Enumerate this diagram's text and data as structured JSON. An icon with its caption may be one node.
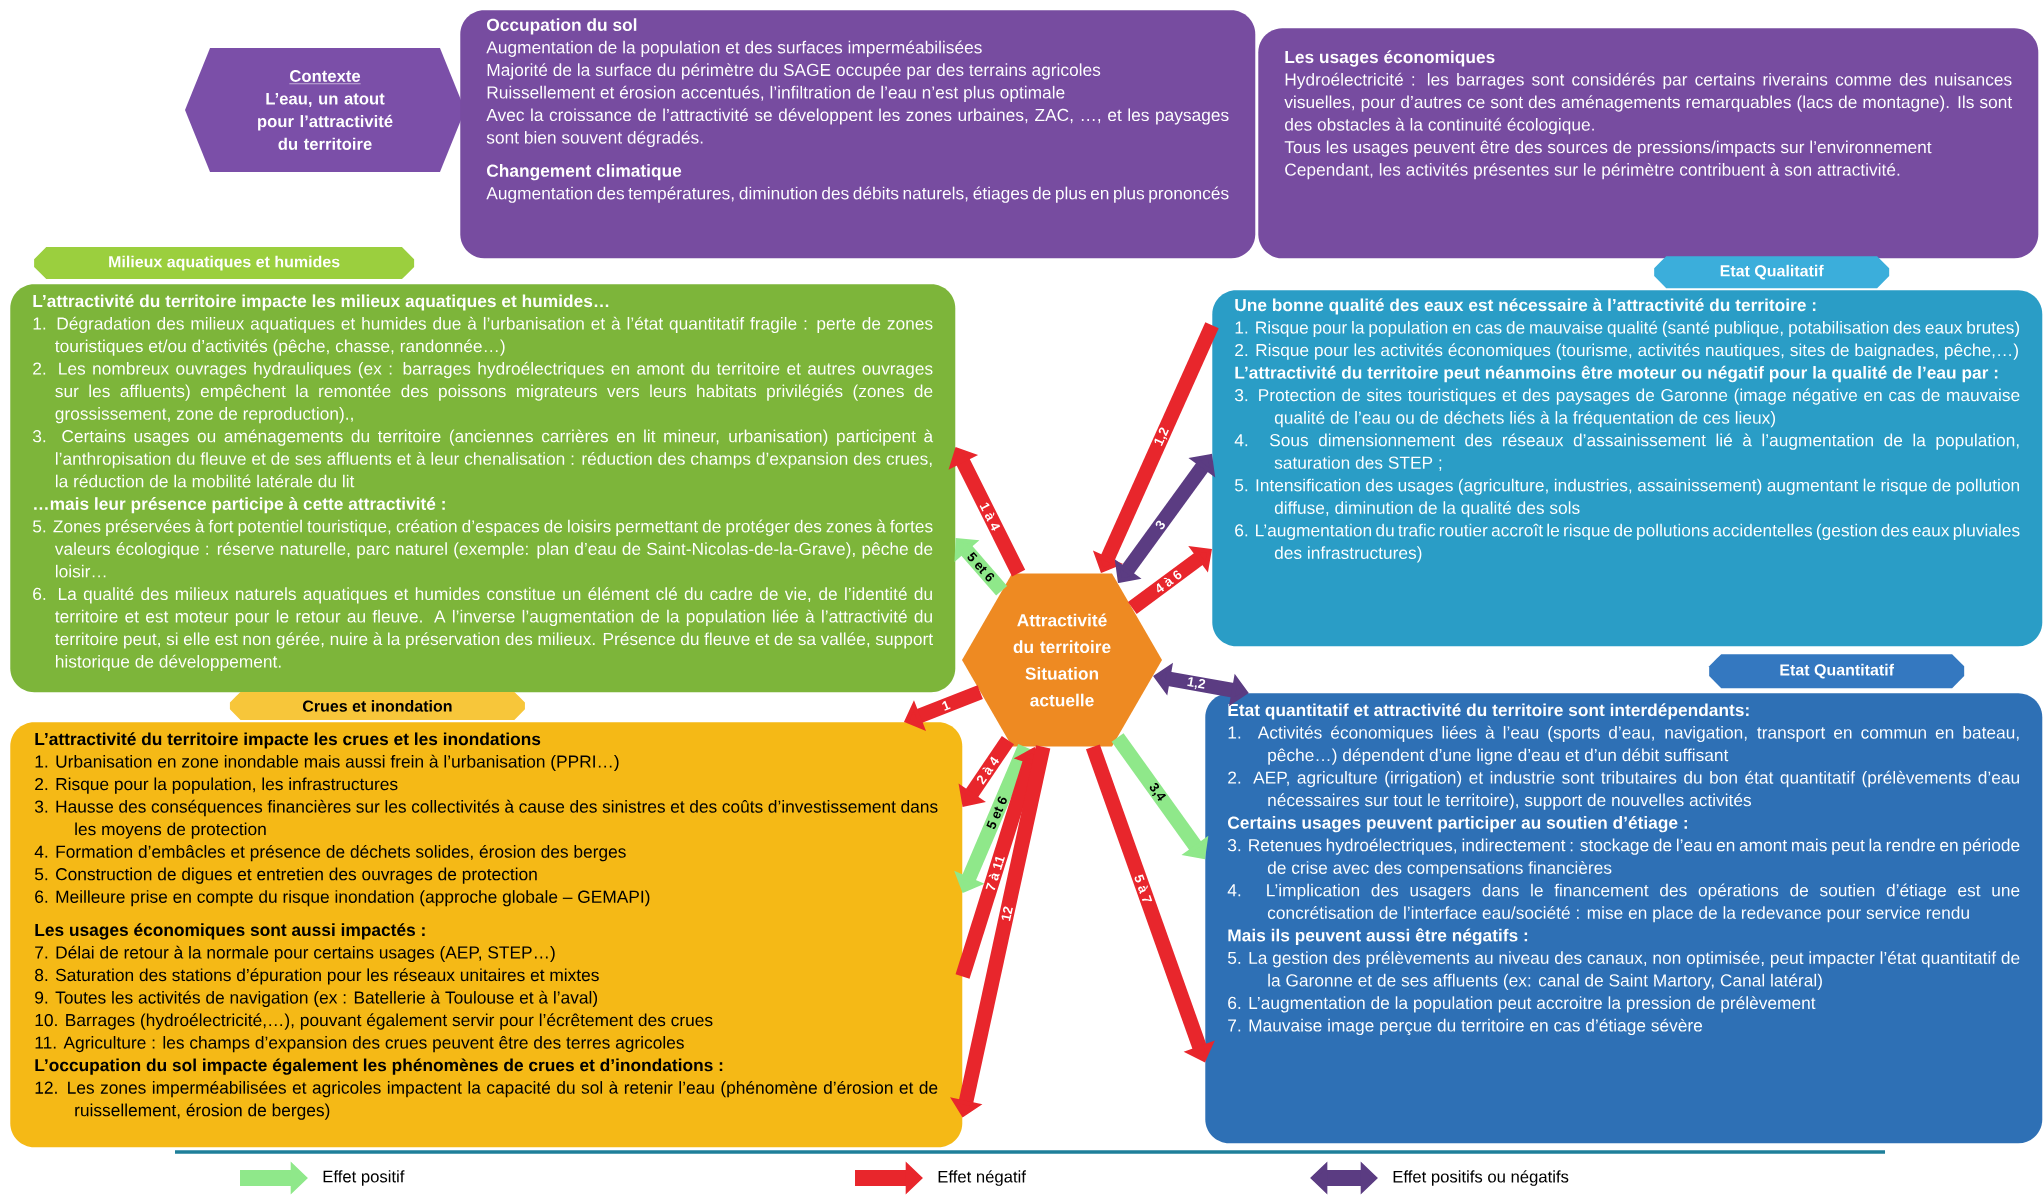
{
  "diagram": {
    "nodes": [
      {
        "text": [
          "Contexte",
          "L’eau, un atout pour l’attractivité du territoire"
        ]
      },
      {
        "text": [
          "Occupation du sol",
          "Augmentation de la population et des surfaces imperméabilisées",
          "Majorité de la surface du périmètre du SAGE occupée par des terrains agricoles",
          "Ruissellement et érosion accentués, l’infiltration de l’eau n’est plus optimale",
          "Avec la croissance de l’attractivité se développent les zones urbaines, ZAC, …, et les paysages sont bien souvent dégradés.",
          "Changement climatique",
          "Augmentation des températures, diminution des débits naturels, étiages de plus en plus prononcés"
        ]
      },
      {
        "text": [
          "Les usages économiques",
          "Hydroélectricité : les barrages sont considérés par certains riverains comme des nuisances visuelles, pour d’autres ce sont des aménagements remarquables (lacs de montagne). Ils sont des obstacles à la continuité écologique.",
          "Tous les usages peuvent être des sources de pressions/impacts sur l’environnement",
          "Cependant, les activités présentes sur le périmètre contribuent à son attractivité."
        ]
      },
      {
        "text": [
          "Milieux aquatiques et humides",
          "L’attractivité du territoire impacte les milieux aquatiques et humides…",
          "1. Dégradation des milieux aquatiques et humides due à l’urbanisation et à l’état quantitatif fragile : perte de zones touristiques et/ou d’activités (pêche, chasse, randonnée…)",
          "2. Les nombreux ouvrages hydrauliques (ex : barrages hydroélectriques en amont du territoire et autres ouvrages sur les affluents) empêchent la remontée des poissons migrateurs vers leurs habitats privilégiés (zones de grossissement, zone de reproduction).,",
          "3. Certains usages ou aménagements du territoire (anciennes carrières en lit mineur, urbanisation) participent à l’anthropisation du fleuve et de ses affluents et à leur chenalisation : réduction des champs d’expansion des crues, la réduction de la mobilité latérale du lit",
          "…mais leur présence participe à cette attractivité :",
          "5. Zones préservées à fort potentiel touristique, création d’espaces de loisirs permettant de protéger des zones à fortes valeurs écologique : réserve naturelle, parc naturel (exemple: plan d’eau de Saint-Nicolas-de-la-Grave), pêche de loisir…",
          "6. La qualité des milieux naturels aquatiques et humides constitue un élément clé du cadre de vie, de l’identité du territoire et est moteur pour le retour au fleuve. A l’inverse l’augmentation de la population liée à l’attractivité du territoire peut, si elle est non gérée, nuire à la préservation des milieux. Présence du fleuve et de sa vallée, support historique de développement."
        ]
      },
      {
        "text": [
          "Etat Qualitatif",
          "Une bonne qualité des eaux est nécessaire à l’attractivité du territoire :",
          "1. Risque pour la population en cas de mauvaise qualité (santé publique, potabilisation des eaux brutes)",
          "2. Risque pour les activités économiques (tourisme, activités nautiques, sites de baignades, pêche,…)",
          "L’attractivité du territoire peut néanmoins être moteur ou négatif pour la qualité de l’eau par :",
          "3. Protection de sites touristiques et des paysages de Garonne (image négative en cas de mauvaise qualité de l’eau ou de déchets liés à la fréquentation de ces lieux)",
          "4. Sous dimensionnement des réseaux d’assainissement lié à l’augmentation de la population, saturation des STEP ;",
          "5. Intensification des usages (agriculture, industries, assainissement) augmentant le risque de pollution diffuse, diminution de la qualité des sols",
          "6. L’augmentation du trafic routier accroît le risque de pollutions accidentelles (gestion des eaux pluviales des infrastructures)"
        ]
      },
      {
        "text": [
          "Attractivité du territoire",
          "Situation actuelle"
        ]
      },
      {
        "text": [
          "Crues et inondation",
          "L’attractivité du territoire impacte les crues et les inondations",
          "1. Urbanisation en zone inondable mais aussi frein à l’urbanisation (PPRI…)",
          "2. Risque pour la population, les infrastructures",
          "3. Hausse des conséquences financières sur les collectivités à cause des sinistres et des coûts d’investissement dans les moyens de protection",
          "4. Formation d’embâcles et présence de déchets solides, érosion des berges",
          "5. Construction de digues et entretien des ouvrages de protection",
          "6. Meilleure prise en compte du risque inondation (approche globale – GEMAPI)",
          "Les usages économiques sont aussi impactés :",
          "7. Délai de retour à la normale pour certains usages (AEP, STEP…)",
          "8. Saturation des stations d’épuration pour les réseaux unitaires et mixtes",
          "9. Toutes les activités de navigation (ex : Batellerie à Toulouse et à l’aval)",
          "10. Barrages (hydroélectricité,…), pouvant également servir pour l’écrêtement des crues",
          "11. Agriculture : les champs d’expansion des crues peuvent être des terres agricoles",
          "L’occupation du sol impacte également les phénomènes de crues et d’inondations :",
          "12. Les zones imperméabilisées et agricoles impactent la capacité du sol à retenir l’eau (phénomène d’érosion et de ruissellement, érosion de berges)"
        ]
      },
      {
        "text": [
          "Etat Quantitatif",
          "Etat quantitatif et attractivité du territoire sont interdépendants:",
          "1. Activités économiques liées à l’eau (sports d’eau, navigation, transport en commun en bateau, pêche…) dépendent d’une ligne d’eau et d’un débit suffisant",
          "2. AEP, agriculture (irrigation) et industrie sont tributaires du bon état quantitatif (prélèvements d’eau nécessaires sur tout le territoire), support de nouvelles activités",
          "Certains usages peuvent participer au soutien d’étiage :",
          "3. Retenues hydroélectriques, indirectement : stockage de l’eau en amont mais peut la rendre en période de crise avec des compensations financières",
          "4. L’implication des usagers dans le financement des opérations de soutien d’étiage est une concrétisation de l’interface eau/société : mise en place de la redevance pour service rendu",
          "Mais ils peuvent aussi être négatifs :",
          "5. La gestion des prélèvements au niveau des canaux, non optimisée, peut impacter l’état quantitatif de la Garonne et de ses affluents (ex: canal de Saint Martory, Canal latéral)",
          "6. L’augmentation de la population peut accroitre la pression de prélèvement",
          "7. Mauvaise image perçue du territoire en cas d’étiage sévère"
        ]
      }
    ],
    "edges": [
      {
        "from": 5,
        "to": 3,
        "arrow": "to",
        "label": "1 à 4"
      },
      {
        "from": 5,
        "to": 3,
        "arrow": "to",
        "label": "5 et 6",
        "color": "#8fe88a"
      },
      {
        "from": 4,
        "to": 5,
        "arrow": "to",
        "label": "1,2"
      },
      {
        "from": 5,
        "to": 4,
        "arrow": "both",
        "label": "3",
        "color": "#5b3c82"
      },
      {
        "from": 5,
        "to": 4,
        "arrow": "to",
        "label": "4 à 6"
      },
      {
        "from": 5,
        "to": 7,
        "arrow": "both",
        "label": "1,2",
        "color": "#5b3c82"
      },
      {
        "from": 5,
        "to": 7,
        "arrow": "to",
        "label": "3,4",
        "color": "#8fe88a"
      },
      {
        "from": 5,
        "to": 7,
        "arrow": "to",
        "label": "5 à 7"
      },
      {
        "from": 5,
        "to": 6,
        "arrow": "to",
        "label": "1"
      },
      {
        "from": 5,
        "to": 6,
        "arrow": "to",
        "label": "2 à 4"
      },
      {
        "from": 5,
        "to": 6,
        "arrow": "to",
        "label": "5 et 6",
        "color": "#8fe88a"
      },
      {
        "from": 6,
        "to": 5,
        "arrow": "to",
        "label": "7 à 11"
      },
      {
        "from": 5,
        "to": 6,
        "arrow": "to",
        "label": "12"
      }
    ],
    "legend": [
      {
        "text": "Effet positif"
      },
      {
        "text": "Effet négatif"
      },
      {
        "text": "Effet positifs ou négatifs"
      }
    ]
  }
}
